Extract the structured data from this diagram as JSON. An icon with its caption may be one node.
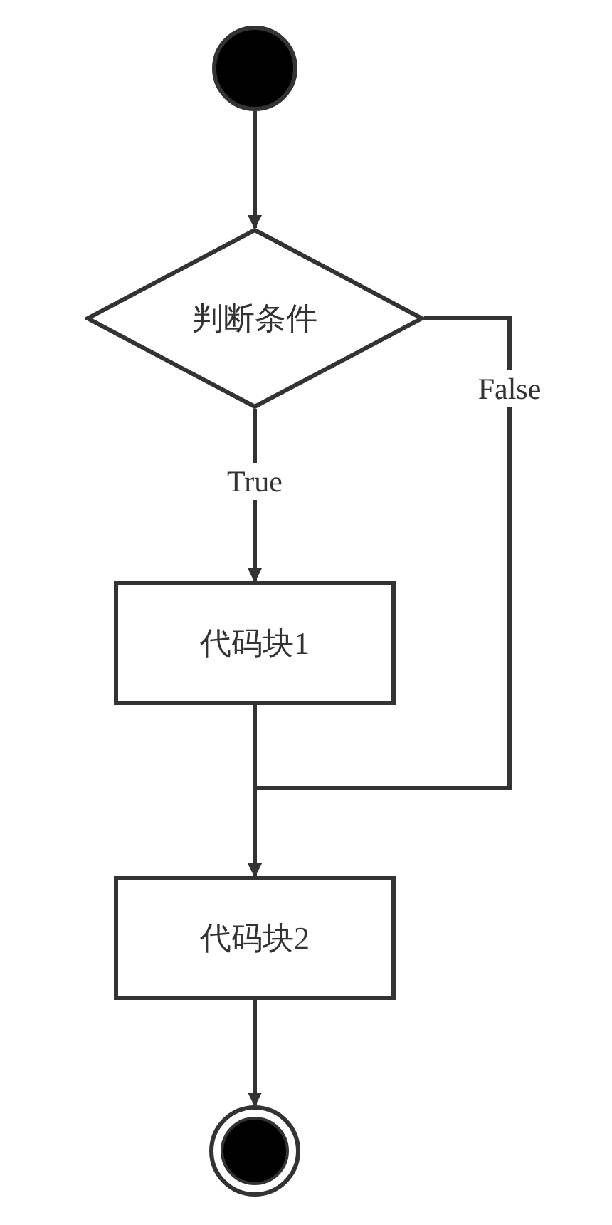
{
  "diagram": {
    "nodes": [
      {
        "text": [],
        "shape": "circle"
      },
      {
        "text": [
          "判断条件"
        ]
      },
      {
        "text": [
          "代码块1"
        ]
      },
      {
        "text": [
          "代码块2"
        ]
      },
      {
        "text": [],
        "shape": "circle"
      }
    ],
    "edges": [
      {
        "from": 0,
        "to": 1,
        "arrow": "to"
      },
      {
        "from": 1,
        "to": 2,
        "arrow": "to",
        "label": "True"
      },
      {
        "from": 1,
        "to": 3,
        "arrow": "to",
        "label": "False"
      },
      {
        "from": 2,
        "to": 3,
        "arrow": "to"
      },
      {
        "from": 3,
        "to": 4,
        "arrow": "to"
      }
    ]
  }
}
